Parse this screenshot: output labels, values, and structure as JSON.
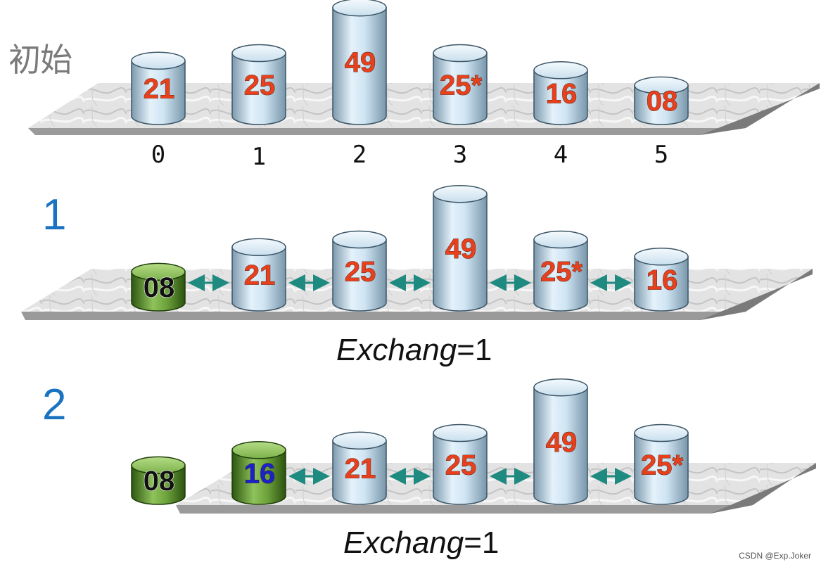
{
  "labels": {
    "initial": "初始",
    "pass1": "1",
    "pass2": "2",
    "exchange_var": "Exchang",
    "exchange1_value": "=1",
    "exchange2_value": "=1",
    "watermark": "CSDN @Exp.Joker"
  },
  "indices": [
    "0",
    "1",
    "2",
    "3",
    "4",
    "5"
  ],
  "rows": [
    {
      "name": "initial",
      "cells": [
        {
          "value": "21",
          "num": 21,
          "style": "blue"
        },
        {
          "value": "25",
          "num": 25,
          "style": "blue"
        },
        {
          "value": "49",
          "num": 49,
          "style": "blue"
        },
        {
          "value": "25*",
          "num": 25,
          "style": "blue"
        },
        {
          "value": "16",
          "num": 16,
          "style": "blue"
        },
        {
          "value": "08",
          "num": 8,
          "style": "blue"
        }
      ]
    },
    {
      "name": "pass-1",
      "cells": [
        {
          "value": "08",
          "num": 8,
          "style": "green"
        },
        {
          "value": "21",
          "num": 21,
          "style": "blue"
        },
        {
          "value": "25",
          "num": 25,
          "style": "blue"
        },
        {
          "value": "49",
          "num": 49,
          "style": "blue"
        },
        {
          "value": "25*",
          "num": 25,
          "style": "blue"
        },
        {
          "value": "16",
          "num": 16,
          "style": "blue"
        }
      ]
    },
    {
      "name": "pass-2",
      "cells": [
        {
          "value": "08",
          "num": 8,
          "style": "green"
        },
        {
          "value": "16",
          "num": 16,
          "style": "green-blue"
        },
        {
          "value": "21",
          "num": 21,
          "style": "blue"
        },
        {
          "value": "25",
          "num": 25,
          "style": "blue"
        },
        {
          "value": "49",
          "num": 49,
          "style": "blue"
        },
        {
          "value": "25*",
          "num": 25,
          "style": "blue"
        }
      ]
    }
  ],
  "colors": {
    "cylinder_blue_dark": "#7f9fb4",
    "cylinder_blue_light": "#e6f3fb",
    "cylinder_green_dark": "#2f5a12",
    "cylinder_green_light": "#8ec05a",
    "value_red": "#e8401c",
    "value_black": "#111111",
    "value_blue": "#1a22c8",
    "arrow_teal": "#1f8a80",
    "platform": "#d9d9d9",
    "platform_edge": "#8c8c8c",
    "pass_number": "#1a73c0"
  }
}
